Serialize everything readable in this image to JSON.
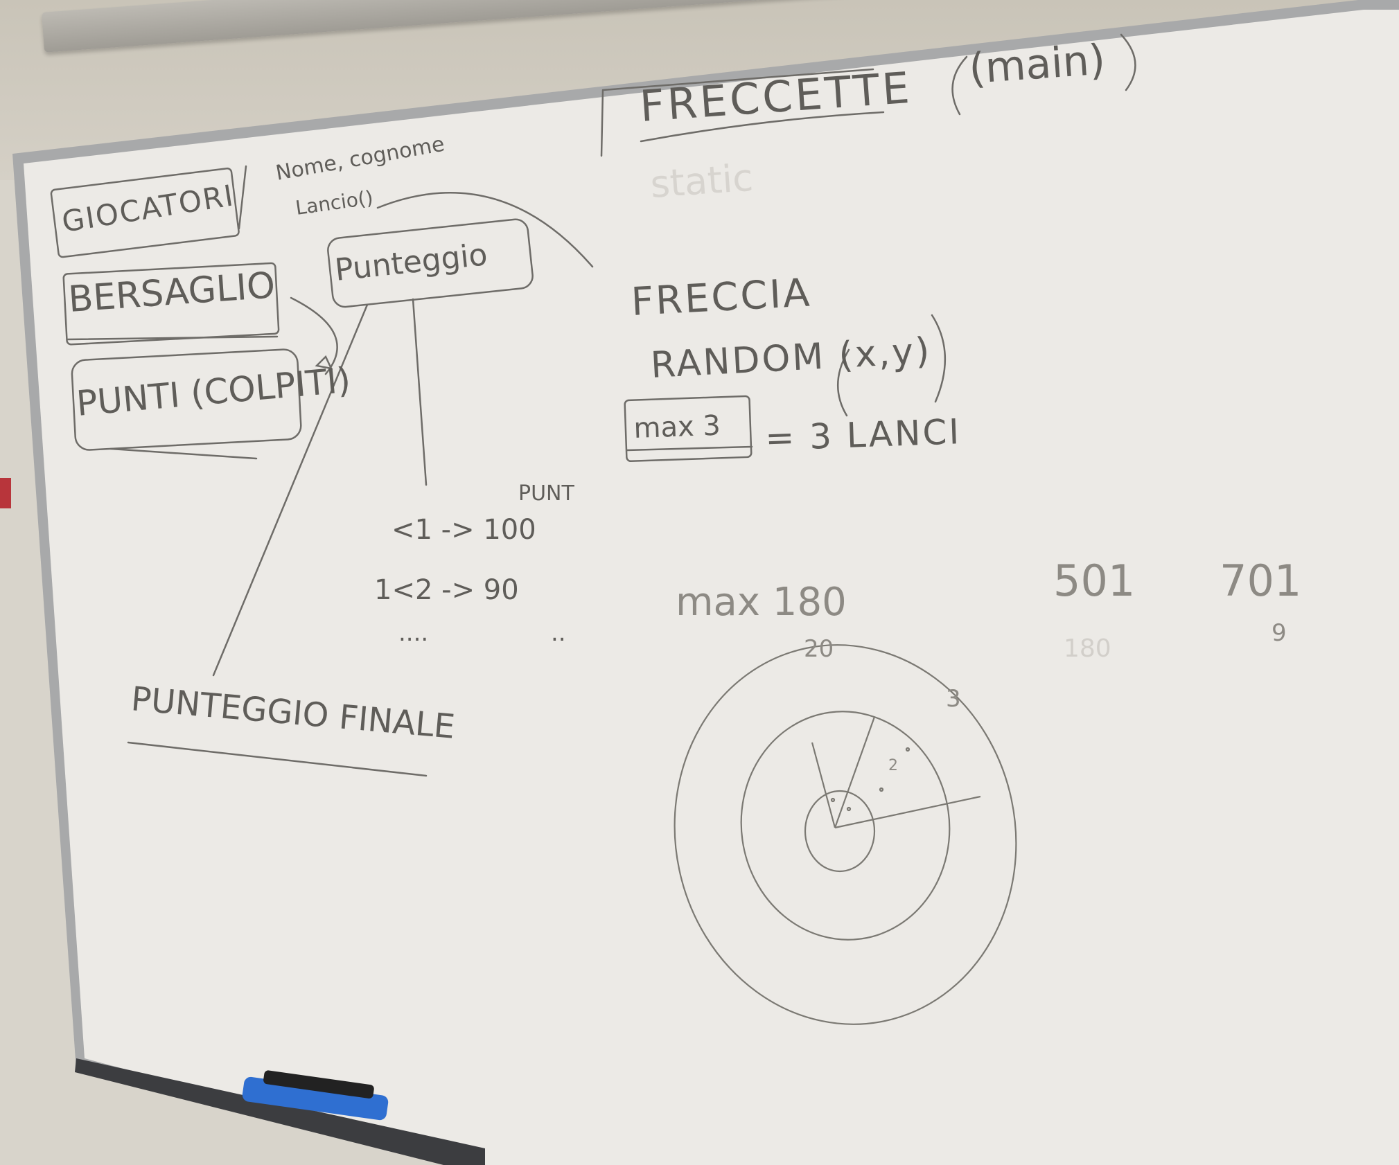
{
  "board": {
    "title": "FRECCETTE",
    "title_note": "(main)",
    "title_faded": "static",
    "player_box": "GIOCATORI",
    "player_attrs": "Nome, cognome",
    "player_method": "Lancio()",
    "target_box": "BERSAGLIO",
    "points_box": "PUNTI (COLPITI)",
    "score_box": "Punteggio",
    "final_score": "PUNTEGGIO FINALE",
    "arrow_title": "FRECCIA",
    "arrow_random": "RANDOM (x,y)",
    "max_box": "max 3",
    "throws": "= 3 LANCI",
    "points_header": "PUNT",
    "rule_1": "<1 -> 100",
    "rule_2": "1<2 -> 90",
    "rule_dots_left": "....",
    "rule_dots_right": "..",
    "max_score": "max 180",
    "ring_label_20": "20",
    "ring_label_3": "3",
    "ring_label_2": "2",
    "game_501": "501",
    "game_701": "701",
    "faded_180": "180",
    "faded_9": "9"
  },
  "colors": {
    "board": "#eceae6",
    "frame": "#a8a9aa",
    "marker": "#6e6c68",
    "marker_faded": "#c9c6c0",
    "eraser_blue": "#2f6fd1"
  }
}
